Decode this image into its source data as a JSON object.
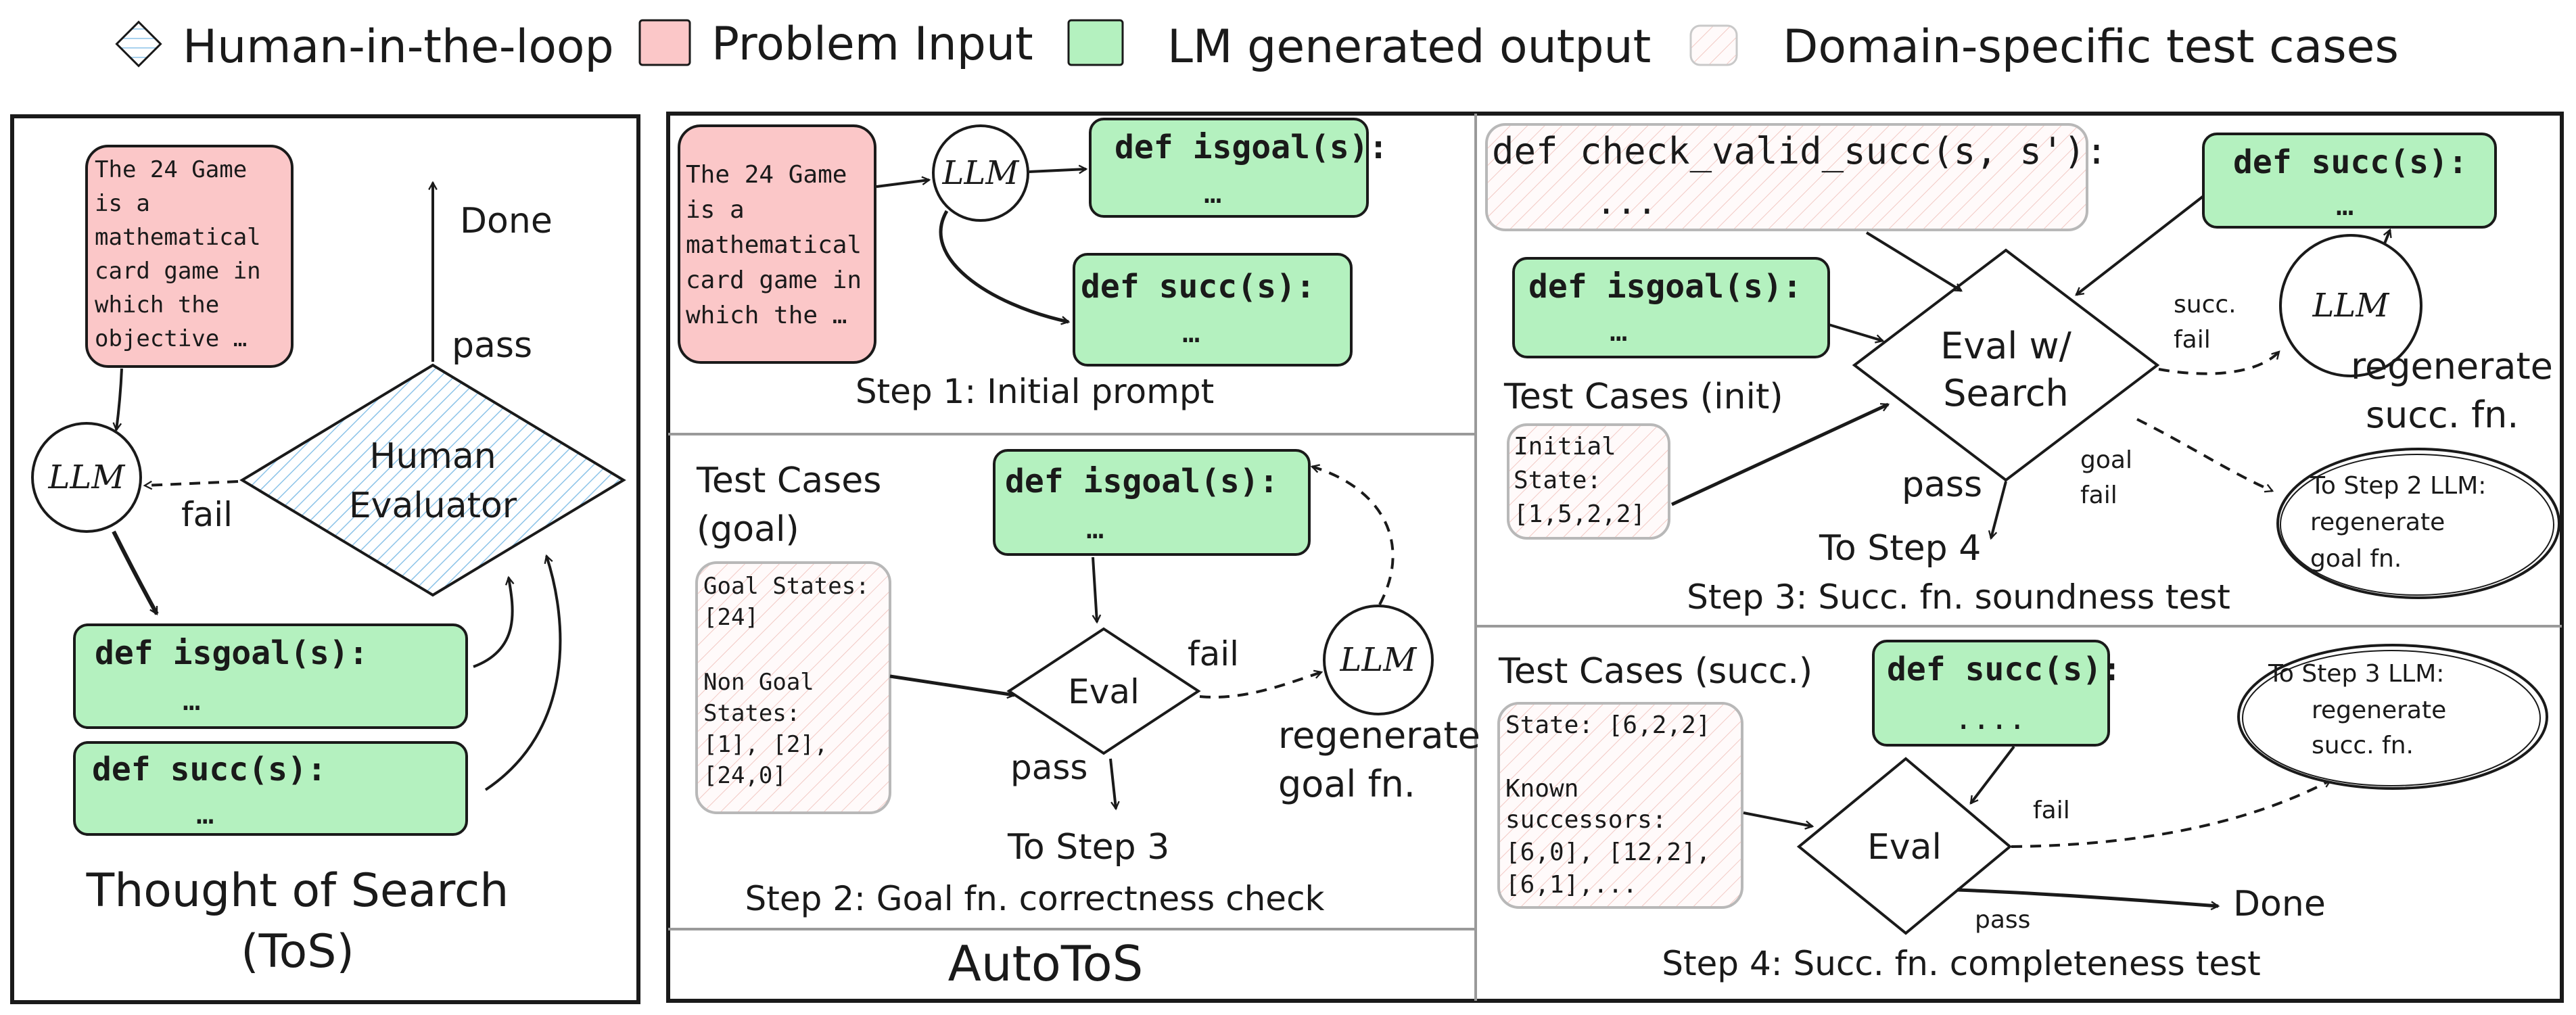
{
  "legend": {
    "human": "Human-in-the-loop",
    "input": "Problem Input",
    "output": "LM generated output",
    "tests": "Domain-specific test cases"
  },
  "colors": {
    "input_fill": "#fbc7c8",
    "output_fill": "#b4f1bf",
    "human_fill": "#d6ebf7",
    "human_hatch": "#8cc3e8",
    "test_hatch": "#f2c9c4",
    "stroke": "#1a1a1a"
  },
  "tos": {
    "problem_lines": [
      "The 24 Game",
      "is a",
      "mathematical",
      "card game in",
      "which the",
      "objective …"
    ],
    "done": "Done",
    "pass": "pass",
    "llm": "LLM",
    "fail": "fail",
    "evaluator_lines": [
      "Human",
      "Evaluator"
    ],
    "isgoal_def": "def isgoal(s):",
    "isgoal_body": "…",
    "succ_def": "def succ(s):",
    "succ_body": "…",
    "title_lines": [
      "Thought of Search",
      "(ToS)"
    ]
  },
  "autotos": {
    "title": "AutoToS",
    "step1": {
      "problem_lines": [
        "The 24 Game",
        "is a",
        "mathematical",
        "card game in",
        "which the …"
      ],
      "llm": "LLM",
      "isgoal_def": "def isgoal(s):",
      "isgoal_body": "…",
      "succ_def": "def succ(s):",
      "succ_body": "…",
      "label": "Step 1:  Initial prompt"
    },
    "step2": {
      "tests_title_lines": [
        "Test Cases",
        "(goal)"
      ],
      "tests_lines": [
        "Goal States:",
        "[24]",
        "",
        "Non Goal",
        "States:",
        "[1], [2],",
        "[24,0]"
      ],
      "isgoal_def": "def isgoal(s):",
      "isgoal_body": "…",
      "eval": "Eval",
      "fail": "fail",
      "pass": "pass",
      "llm": "LLM",
      "regen_lines": [
        "regenerate",
        "goal fn."
      ],
      "to_next": "To Step 3",
      "label": "Step 2: Goal fn. correctness check"
    },
    "step3": {
      "check_def": "def check_valid_succ(s, s'):",
      "check_body": "...",
      "succ_def": "def succ(s):",
      "succ_body": "…",
      "isgoal_def": "def isgoal(s):",
      "isgoal_body": "…",
      "eval_lines": [
        "Eval w/",
        "Search"
      ],
      "succ_fail_lines": [
        "succ.",
        "fail"
      ],
      "llm": "LLM",
      "regen_lines": [
        "regenerate",
        "succ. fn."
      ],
      "tests_title": "Test Cases (init)",
      "tests_lines": [
        "Initial",
        "State:",
        "[1,5,2,2]"
      ],
      "pass": "pass",
      "goal_fail_lines": [
        "goal",
        "fail"
      ],
      "to_step2_lines": [
        "To Step 2 LLM:",
        "regenerate",
        "goal fn."
      ],
      "to_next": "To Step 4",
      "label": "Step 3: Succ. fn. soundness test"
    },
    "step4": {
      "tests_title": "Test Cases (succ.)",
      "tests_lines": [
        "State: [6,2,2]",
        "",
        "Known",
        "successors:",
        "[6,0], [12,2],",
        "[6,1],..."
      ],
      "succ_def": "def succ(s):",
      "succ_body": "....",
      "to_step3_lines": [
        "To Step 3 LLM:",
        "regenerate",
        "succ. fn."
      ],
      "fail": "fail",
      "eval": "Eval",
      "pass": "pass",
      "done": "Done",
      "label": "Step 4: Succ. fn. completeness test"
    }
  }
}
